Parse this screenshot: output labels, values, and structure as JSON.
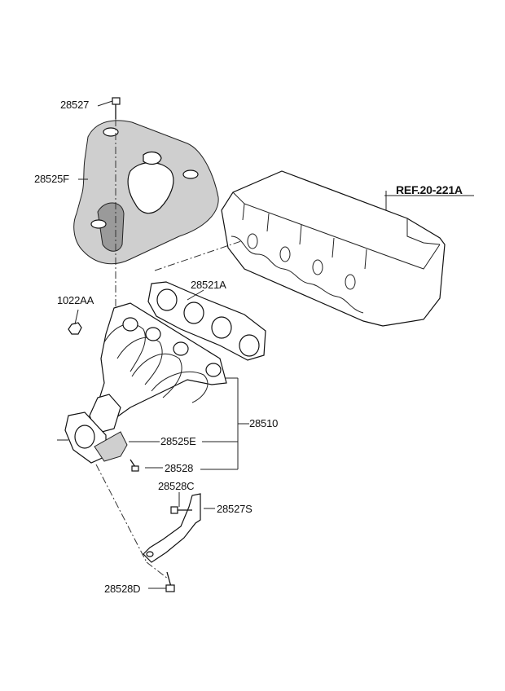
{
  "parts": {
    "p28527": "28527",
    "p28525F": "28525F",
    "p1022AA": "1022AA",
    "p28521A": "28521A",
    "p28510": "28510",
    "p28525E": "28525E",
    "p28528": "28528",
    "p28528C": "28528C",
    "p28527S": "28527S",
    "p28528D": "28528D"
  },
  "reference": "REF.20-221A"
}
